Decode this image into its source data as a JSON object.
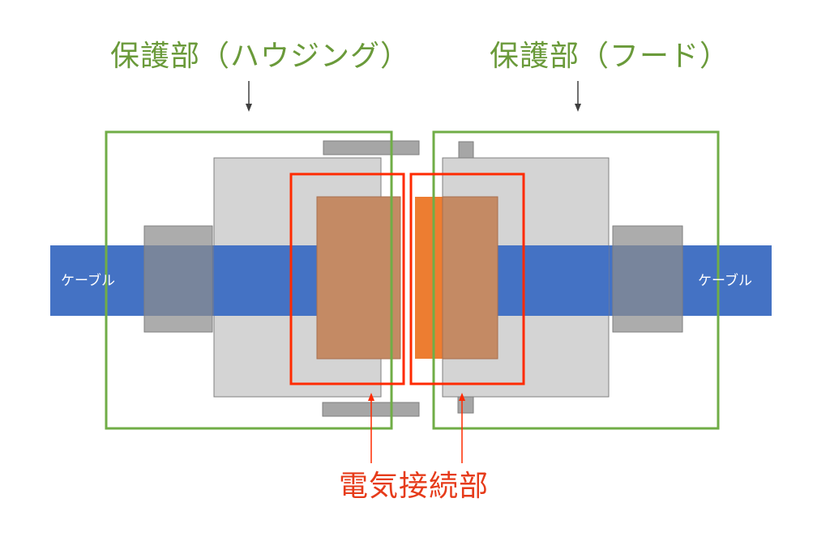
{
  "labels": {
    "housing_label": "保護部（ハウジング）",
    "hood_label": "保護部（フード）",
    "electrical_label": "電気接続部",
    "cable_left": "ケーブル",
    "cable_right": "ケーブル"
  },
  "colors": {
    "cable": "#4472c4",
    "body": "#d4d4d4",
    "body_stroke": "#7f7f7f",
    "clamp": "#a6a6a6",
    "contact": "#c48a64",
    "contact_bright": "#ed7d31",
    "protection": "#70ad47",
    "connection": "#ff2a00",
    "arrow_dark": "#404040"
  }
}
